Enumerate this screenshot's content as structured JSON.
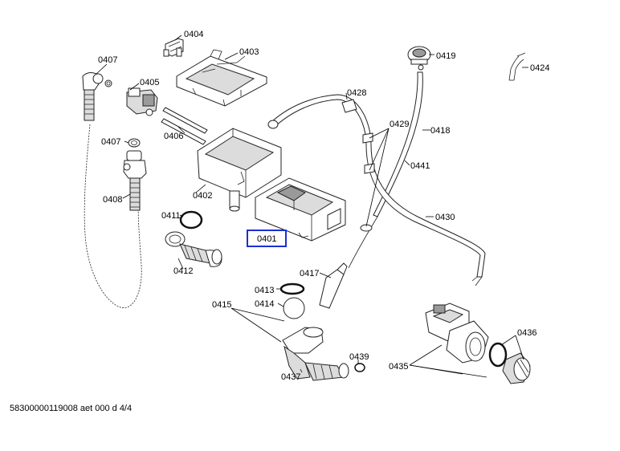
{
  "labels": {
    "p0404": "0404",
    "p0403": "0403",
    "p0407a": "0407",
    "p0405": "0405",
    "p0406": "0406",
    "p0407b": "0407",
    "p0402": "0402",
    "p0408": "0408",
    "p0411": "0411",
    "p0401": "0401",
    "p0412": "0412",
    "p0419": "0419",
    "p0424": "0424",
    "p0428": "0428",
    "p0429": "0429",
    "p0418": "0418",
    "p0441": "0441",
    "p0430": "0430",
    "p0417": "0417",
    "p0413": "0413",
    "p0414": "0414",
    "p0415": "0415",
    "p0439": "0439",
    "p0437": "0437",
    "p0436": "0436",
    "p0435": "0435"
  },
  "highlight_color": "#1b2fd6",
  "footer": "58300000119008 aet 000 d 4/4"
}
